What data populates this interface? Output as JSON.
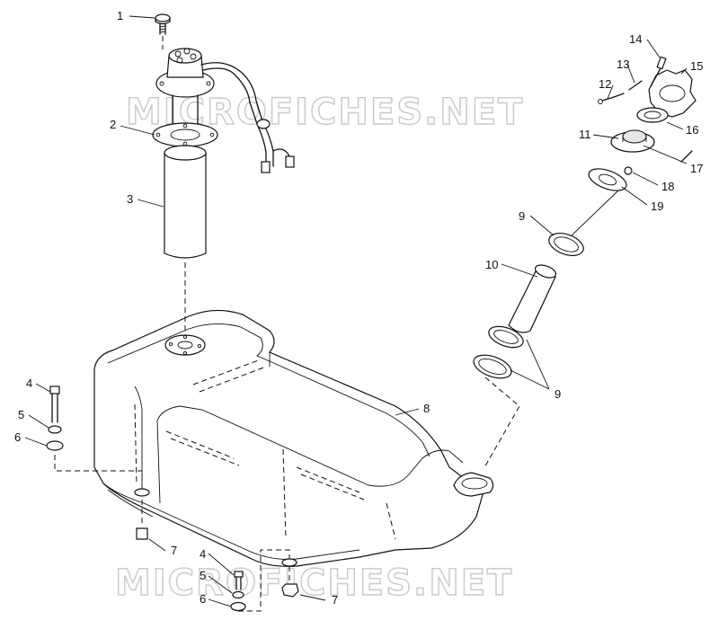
{
  "watermark": "MICROFICHES.NET",
  "callouts": {
    "c1": "1",
    "c2": "2",
    "c3": "3",
    "c4a": "4",
    "c4b": "4",
    "c5a": "5",
    "c5b": "5",
    "c6a": "6",
    "c6b": "6",
    "c7a": "7",
    "c7b": "7",
    "c8": "8",
    "c9a": "9",
    "c9b": "9",
    "c10": "10",
    "c11": "11",
    "c12": "12",
    "c13": "13",
    "c14": "14",
    "c15": "15",
    "c16": "16",
    "c17": "17",
    "c18": "18",
    "c19": "19"
  }
}
